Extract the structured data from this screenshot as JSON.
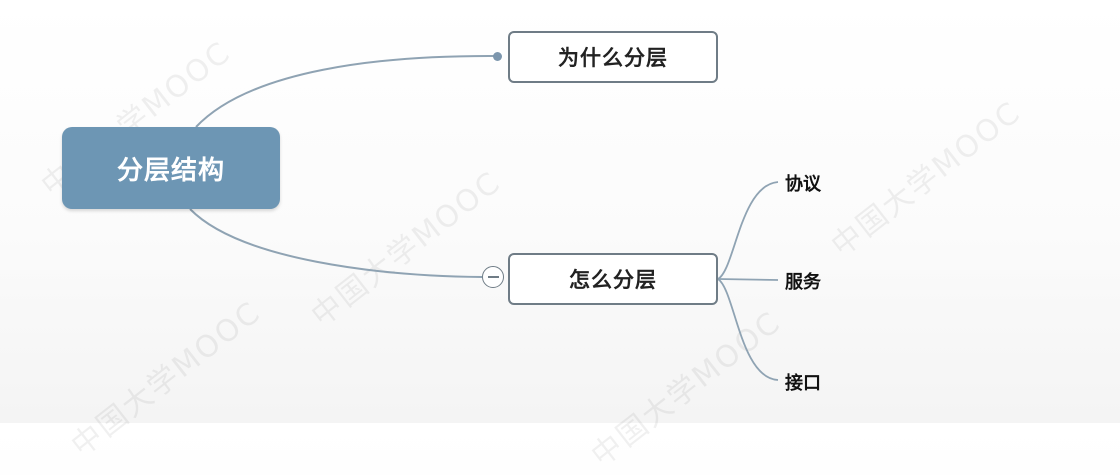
{
  "watermark_text": "中国大学MOOC",
  "root": {
    "label": "分层结构"
  },
  "children": [
    {
      "label": "为什么分层"
    },
    {
      "label": "怎么分层",
      "leaves": [
        "协议",
        "服务",
        "接口"
      ]
    }
  ],
  "colors": {
    "root_fill": "#6d96b4",
    "line": "#8fa3b3",
    "border": "#6f7c86"
  },
  "icons": {
    "collapse": "collapse-minus-icon"
  }
}
